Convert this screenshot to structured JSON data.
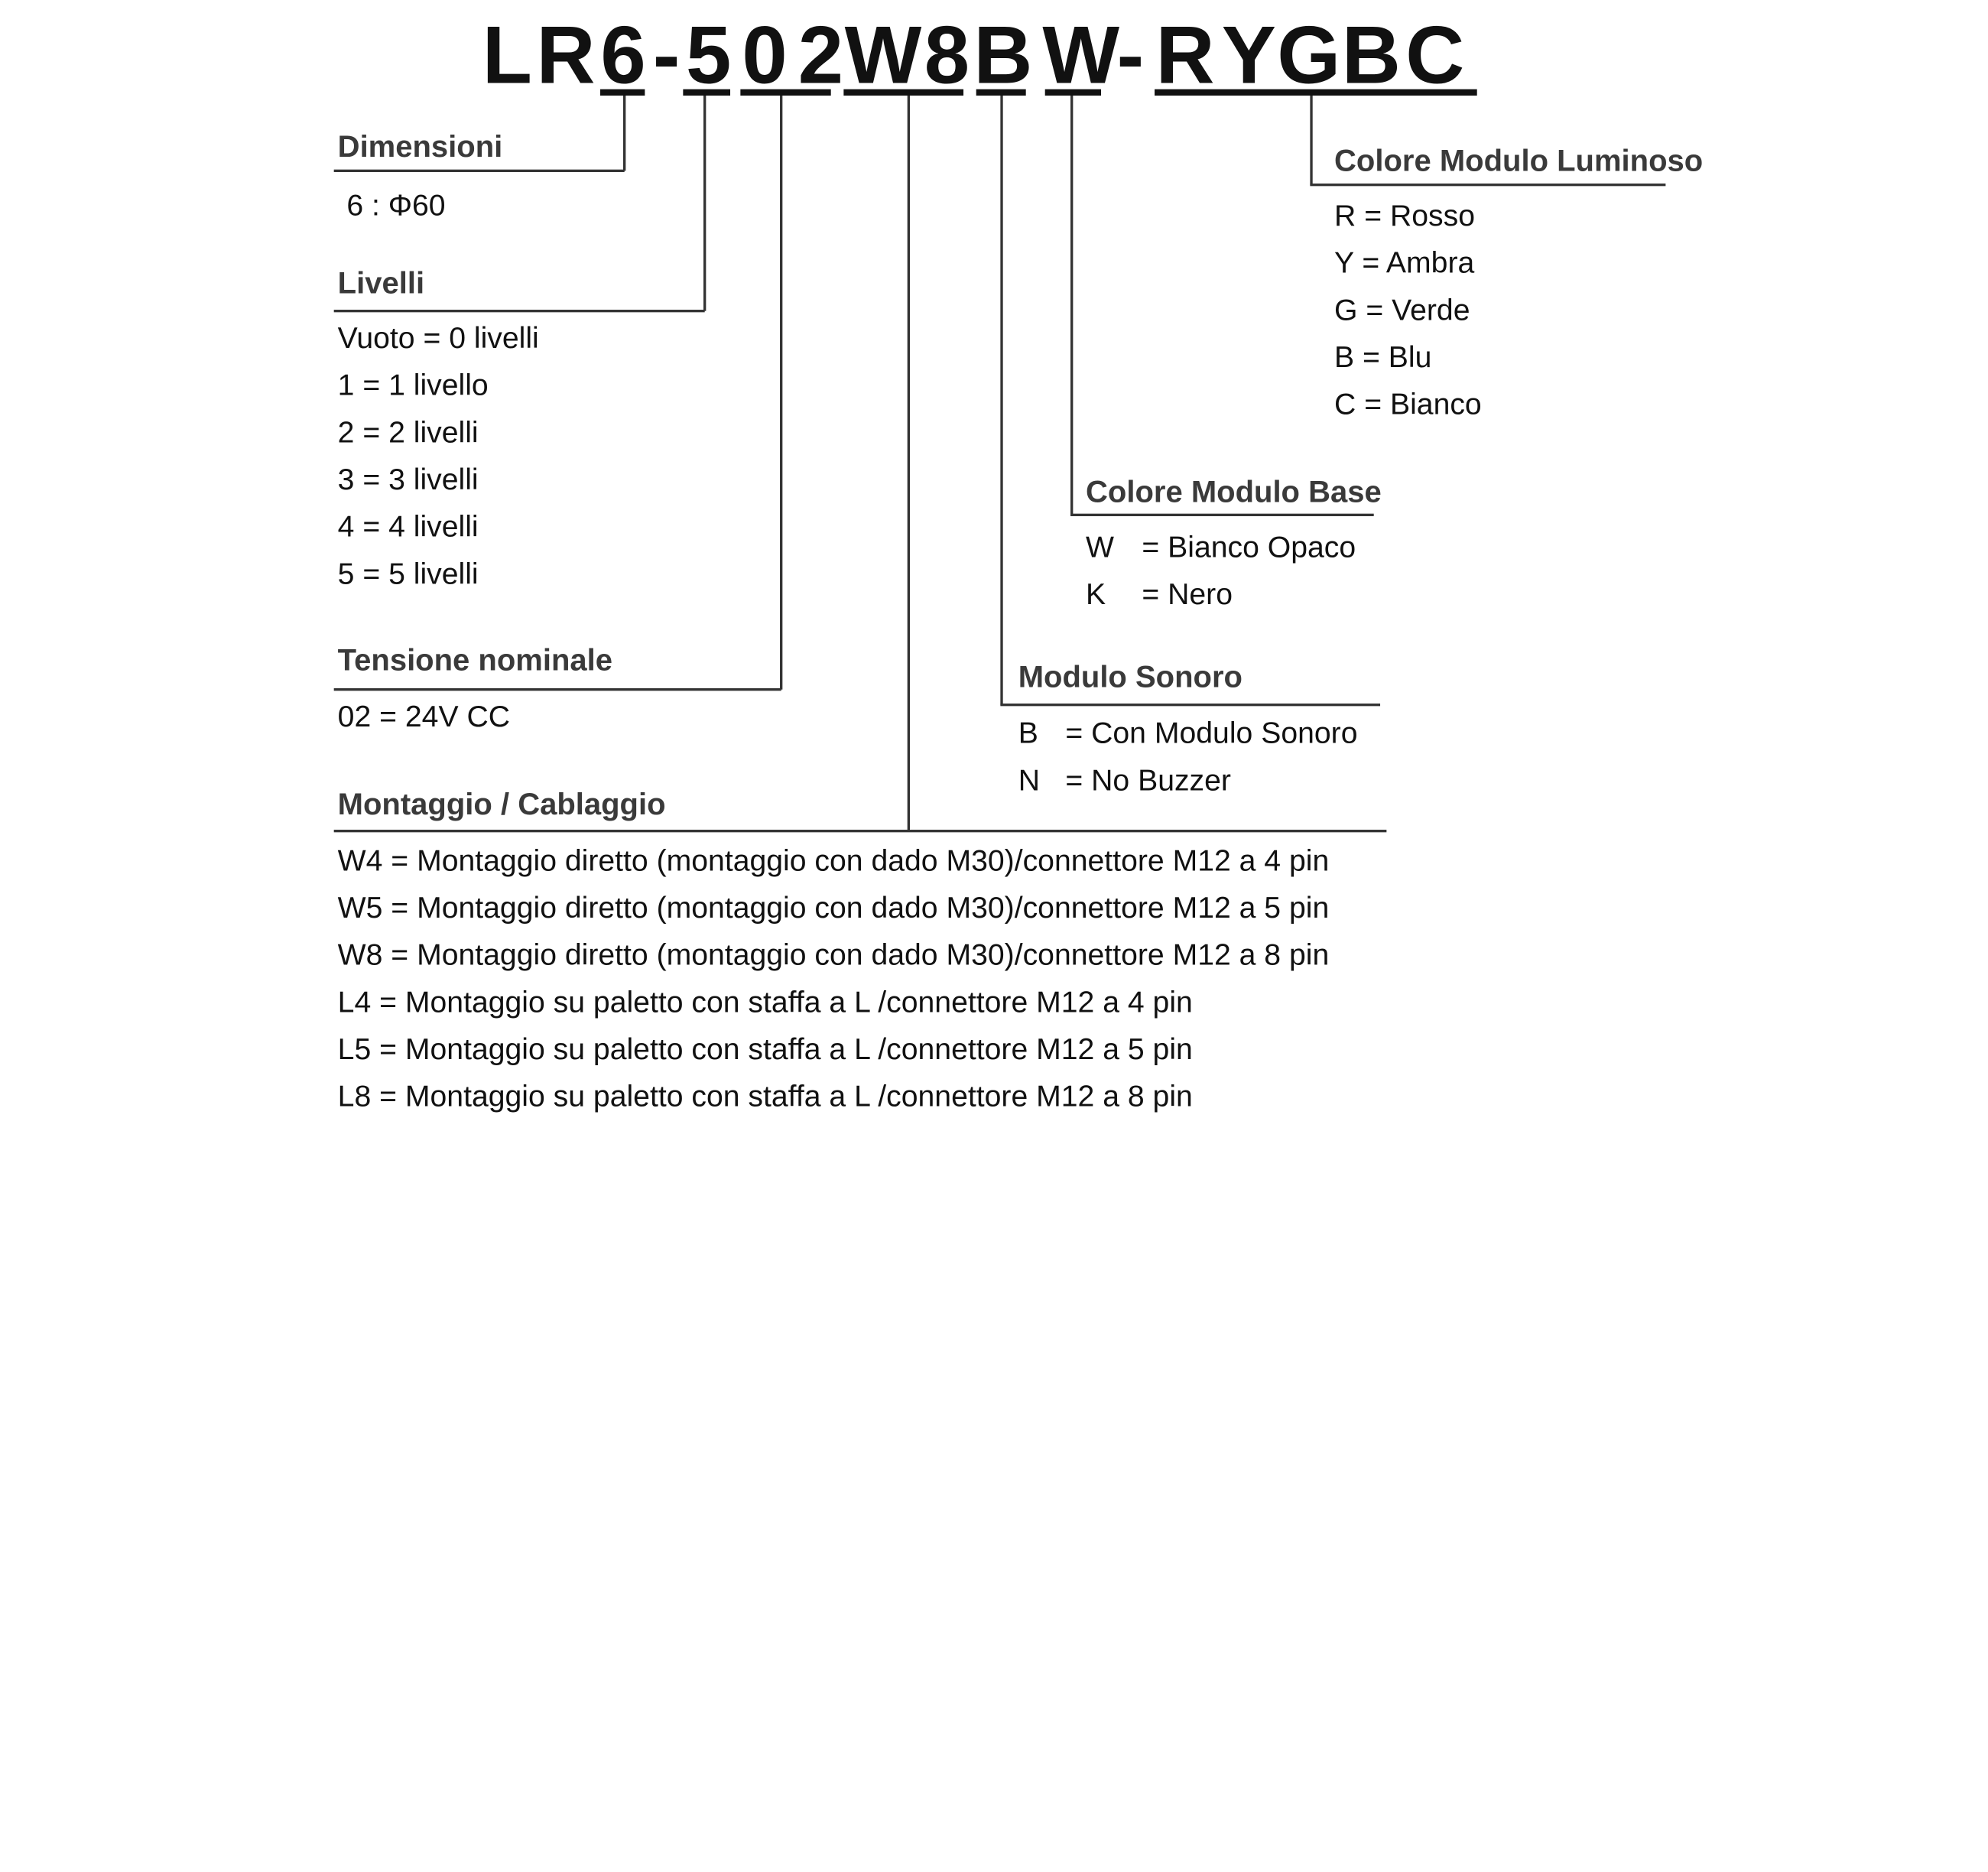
{
  "code": {
    "chars": [
      "L",
      "R",
      "6",
      "-",
      "5",
      "0",
      "2",
      "W",
      "8",
      "B",
      "W",
      "-",
      "R",
      "Y",
      "G",
      "B",
      "C"
    ]
  },
  "dimensioni": {
    "title": "Dimensioni",
    "items": [
      "6 :  Φ60"
    ]
  },
  "livelli": {
    "title": "Livelli",
    "items": [
      "Vuoto = 0 livelli",
      "1 = 1 livello",
      "2 = 2 livelli",
      "3 = 3 livelli",
      "4 = 4 livelli",
      "5 = 5 livelli"
    ]
  },
  "tensione": {
    "title": "Tensione nominale",
    "items": [
      "02 = 24V CC"
    ]
  },
  "montaggio": {
    "title": "Montaggio / Cablaggio",
    "items": [
      "W4 = Montaggio diretto (montaggio con dado M30)/connettore M12 a 4 pin",
      "W5 = Montaggio diretto (montaggio con dado M30)/connettore M12 a 5 pin",
      "W8 = Montaggio diretto (montaggio con dado M30)/connettore M12 a 8 pin",
      "L4 = Montaggio su paletto con staffa a L /connettore M12 a 4 pin",
      "L5 = Montaggio su paletto con staffa a L /connettore M12 a 5 pin",
      "L8 = Montaggio su paletto con staffa a L /connettore M12 a 8 pin"
    ]
  },
  "sonoro": {
    "title": "Modulo Sonoro",
    "items": [
      {
        "key": "B",
        "value": "= Con Modulo Sonoro"
      },
      {
        "key": "N",
        "value": "= No Buzzer"
      }
    ]
  },
  "base": {
    "title": "Colore Modulo Base",
    "items": [
      {
        "key": "W",
        "value": "= Bianco Opaco"
      },
      {
        "key": "K",
        "value": "= Nero"
      }
    ]
  },
  "luminoso": {
    "title": "Colore Modulo Luminoso",
    "items": [
      "R = Rosso",
      "Y = Ambra",
      "G = Verde",
      "B = Blu",
      "C = Bianco"
    ]
  }
}
